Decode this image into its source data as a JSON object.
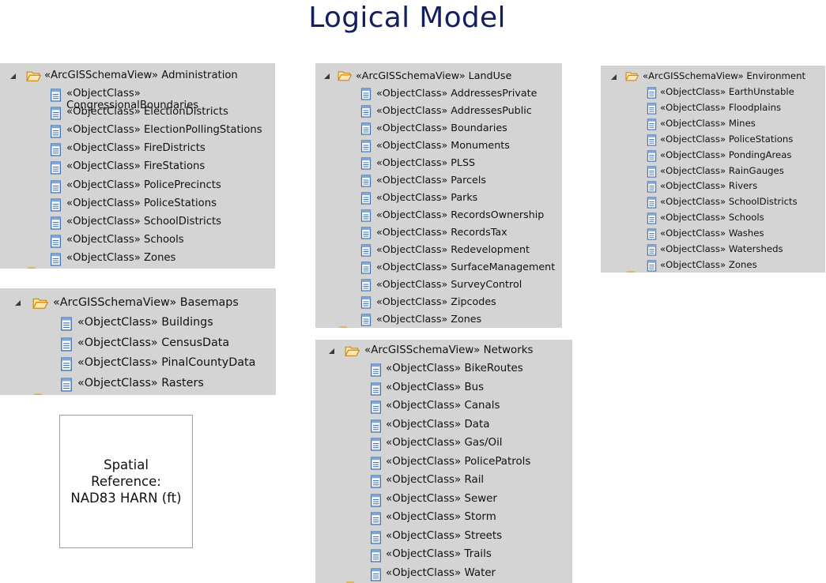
{
  "title": "Logical Model",
  "spatial_reference": {
    "line1": "Spatial",
    "line2": "Reference:",
    "line3": "NAD83 HARN (ft)"
  },
  "icons": {
    "expand": "expanded-triangle-icon",
    "folder": "open-folder-icon",
    "item": "object-class-icon"
  },
  "colors": {
    "title": "#14205a",
    "panel": "#d4d4d4",
    "folder": "#e8a93a",
    "item_icon": "#3c6fb4",
    "box_border": "#6fb3c3"
  },
  "panels": [
    {
      "id": "administration",
      "header": "«ArcGISSchemaView» Administration",
      "items": [
        "«ObjectClass» CongressionalBoundaries",
        "«ObjectClass» ElectionDistricts",
        "«ObjectClass» ElectionPollingStations",
        "«ObjectClass» FireDistricts",
        "«ObjectClass» FireStations",
        "«ObjectClass» PolicePrecincts",
        "«ObjectClass» PoliceStations",
        "«ObjectClass» SchoolDistricts",
        "«ObjectClass» Schools",
        "«ObjectClass» Zones"
      ]
    },
    {
      "id": "basemaps",
      "header": "«ArcGISSchemaView» Basemaps",
      "items": [
        "«ObjectClass» Buildings",
        "«ObjectClass» CensusData",
        "«ObjectClass» PinalCountyData",
        "«ObjectClass» Rasters"
      ]
    },
    {
      "id": "landuse",
      "header": "«ArcGISSchemaView» LandUse",
      "items": [
        "«ObjectClass» AddressesPrivate",
        "«ObjectClass» AddressesPublic",
        "«ObjectClass» Boundaries",
        "«ObjectClass» Monuments",
        "«ObjectClass» PLSS",
        "«ObjectClass» Parcels",
        "«ObjectClass» Parks",
        "«ObjectClass» RecordsOwnership",
        "«ObjectClass» RecordsTax",
        "«ObjectClass» Redevelopment",
        "«ObjectClass» SurfaceManagement",
        "«ObjectClass» SurveyControl",
        "«ObjectClass» Zipcodes",
        "«ObjectClass» Zones"
      ]
    },
    {
      "id": "networks",
      "header": "«ArcGISSchemaView» Networks",
      "items": [
        "«ObjectClass» BikeRoutes",
        "«ObjectClass» Bus",
        "«ObjectClass» Canals",
        "«ObjectClass» Data",
        "«ObjectClass» Gas/Oil",
        "«ObjectClass» PolicePatrols",
        "«ObjectClass» Rail",
        "«ObjectClass» Sewer",
        "«ObjectClass» Storm",
        "«ObjectClass» Streets",
        "«ObjectClass» Trails",
        "«ObjectClass» Water"
      ]
    },
    {
      "id": "environment",
      "header": "«ArcGISSchemaView» Environment",
      "items": [
        "«ObjectClass» EarthUnstable",
        "«ObjectClass» Floodplains",
        "«ObjectClass» Mines",
        "«ObjectClass» PoliceStations",
        "«ObjectClass» PondingAreas",
        "«ObjectClass» RainGauges",
        "«ObjectClass» Rivers",
        "«ObjectClass» SchoolDistricts",
        "«ObjectClass» Schools",
        "«ObjectClass» Washes",
        "«ObjectClass» Watersheds",
        "«ObjectClass» Zones"
      ]
    }
  ]
}
